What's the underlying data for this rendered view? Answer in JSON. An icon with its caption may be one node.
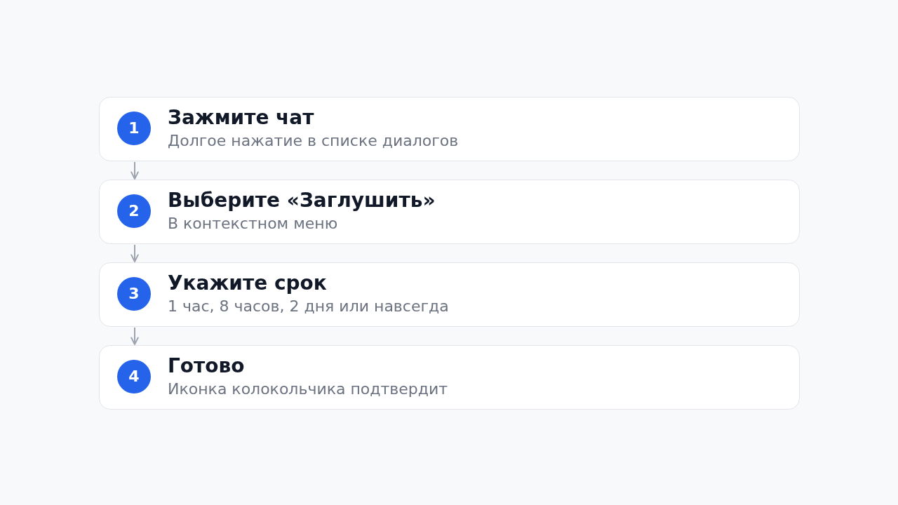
{
  "diagram": {
    "nodes": [
      {
        "text": [
          "Зажмите чат",
          "Долгое нажатие в списке диалогов"
        ]
      },
      {
        "text": [
          "1"
        ],
        "in": 0
      },
      {
        "text": [
          "Выберите «Заглушить»",
          "В контекстном меню"
        ]
      },
      {
        "text": [
          "2"
        ],
        "in": 2
      },
      {
        "text": [
          "Укажите срок",
          "1 час, 8 часов, 2 дня или навсегда"
        ]
      },
      {
        "text": [
          "3"
        ],
        "in": 4
      },
      {
        "text": [
          "Готово",
          "Иконка колокольчика подтвердит"
        ]
      },
      {
        "text": [
          "4"
        ],
        "in": 6
      }
    ],
    "edges": [
      {
        "from": 0,
        "to": 2,
        "arrow": "to"
      },
      {
        "from": 2,
        "to": 4,
        "arrow": "to"
      },
      {
        "from": 4,
        "to": 6,
        "arrow": "to"
      }
    ]
  }
}
